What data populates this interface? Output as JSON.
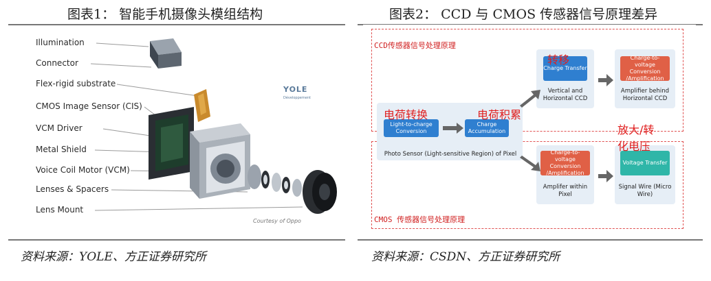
{
  "figure1": {
    "title": "图表1：  智能手机摄像头模组结构",
    "labels": [
      "Illumination",
      "Connector",
      "Flex-rigid substrate",
      "CMOS Image Sensor (CIS)",
      "VCM Driver",
      "Metal Shield",
      "Voice Coil Motor (VCM)",
      "Lenses & Spacers",
      "Lens Mount"
    ],
    "logo": "YOLE",
    "logo_sub": "Développement",
    "courtesy": "Courtesy of Oppo",
    "source": "资料来源：YOLE、方正证券研究所"
  },
  "figure2": {
    "title": "图表2：  CCD 与 CMOS 传感器信号原理差异",
    "ccd_label": "CCD传感器信号处理原理",
    "cmos_label": "CMOS 传感器信号处理原理",
    "annot_charge_conversion": "电荷转换",
    "annot_accumulation": "电荷积累",
    "annot_transfer": "转移",
    "annot_amplify_1": "放大/转",
    "annot_amplify_2": "化电压",
    "light_to_charge": "Light-to-charge Conversion",
    "charge_accumulation": "Charge Accumulation",
    "photo_sensor_caption": "Photo Sensor (Light-sensitive Region) of Pixel",
    "charge_transfer": "Charge Transfer",
    "ccd_transfer_caption": "Vertical and Horizontal CCD",
    "ctv_ccd": "Charge-to-voltage Conversion /Amplification",
    "amp_ccd_caption": "Amplifier behind Horizontal CCD",
    "ctv_cmos": "Charge-to-voltage Conversion /Amplification",
    "amp_cmos_caption": "Amplifer within Pixel",
    "voltage_transfer": "Voltage Transfer",
    "signal_wire_caption": "Signal Wire (Micro Wire)",
    "source": "资料来源：CSDN、方正证券研究所"
  }
}
